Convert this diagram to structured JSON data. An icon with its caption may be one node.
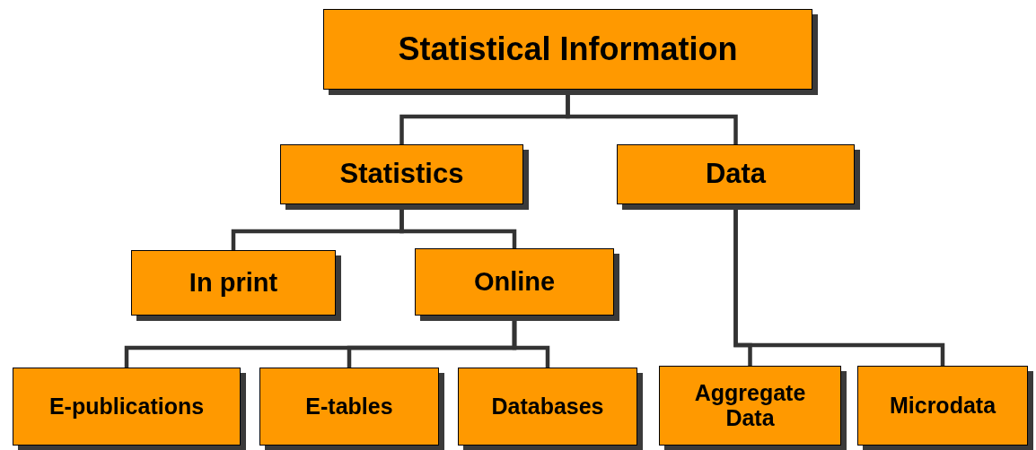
{
  "diagram": {
    "nodes": [
      {
        "text": [
          "Statistical Information"
        ]
      },
      {
        "text": [
          "Statistics"
        ]
      },
      {
        "text": [
          "Data"
        ]
      },
      {
        "text": [
          "In print"
        ]
      },
      {
        "text": [
          "Online"
        ]
      },
      {
        "text": [
          "E-publications"
        ]
      },
      {
        "text": [
          "E-tables"
        ]
      },
      {
        "text": [
          "Databases"
        ]
      },
      {
        "text": [
          "Aggregate Data"
        ]
      },
      {
        "text": [
          "Microdata"
        ]
      }
    ],
    "edges": [
      {
        "from": 0,
        "to": 1,
        "arrow": "none"
      },
      {
        "from": 0,
        "to": 2,
        "arrow": "none"
      },
      {
        "from": 1,
        "to": 3,
        "arrow": "none"
      },
      {
        "from": 1,
        "to": 4,
        "arrow": "none"
      },
      {
        "from": 4,
        "to": 5,
        "arrow": "none"
      },
      {
        "from": 4,
        "to": 6,
        "arrow": "none"
      },
      {
        "from": 4,
        "to": 7,
        "arrow": "none"
      },
      {
        "from": 2,
        "to": 8,
        "arrow": "none"
      },
      {
        "from": 2,
        "to": 9,
        "arrow": "none"
      }
    ]
  }
}
